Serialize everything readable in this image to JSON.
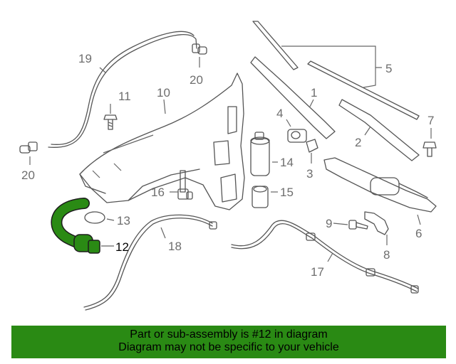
{
  "callouts": {
    "c1": "1",
    "c2": "2",
    "c3": "3",
    "c4": "4",
    "c5": "5",
    "c6": "6",
    "c7": "7",
    "c8": "8",
    "c9": "9",
    "c10": "10",
    "c11": "11",
    "c12": "12",
    "c13": "13",
    "c14": "14",
    "c15": "15",
    "c16": "16",
    "c17": "17",
    "c18": "18",
    "c19": "19",
    "c20a": "20",
    "c20b": "20"
  },
  "highlight_color": "#2a8a14",
  "banner": {
    "line1": "Part or sub-assembly is #12 in diagram",
    "line2": "Diagram may not be specific to your vehicle"
  }
}
